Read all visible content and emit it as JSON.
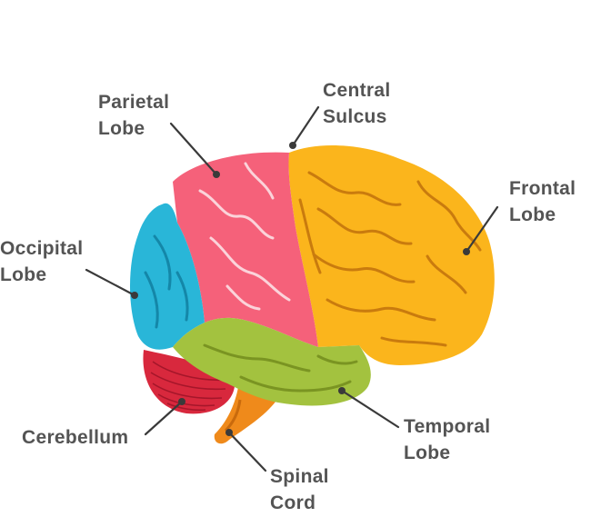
{
  "diagram": {
    "labels": {
      "parietal": [
        "Parietal",
        "Lobe"
      ],
      "central": [
        "Central",
        "Sulcus"
      ],
      "frontal": [
        "Frontal",
        "Lobe"
      ],
      "occipital": [
        "Occipital",
        "Lobe"
      ],
      "cerebellum": [
        "Cerebellum"
      ],
      "temporal": [
        "Temporal",
        "Lobe"
      ],
      "spinal": [
        "Spinal",
        "Cord"
      ]
    },
    "colors": {
      "frontal": "#fbb51c",
      "parietal": "#f5617a",
      "occipital": "#29b6d8",
      "temporal": "#a3c23f",
      "cerebellum": "#d8283d",
      "spinal_cord": "#ef8a1b",
      "leader_line": "#3a3a3a",
      "text": "#545454"
    }
  }
}
